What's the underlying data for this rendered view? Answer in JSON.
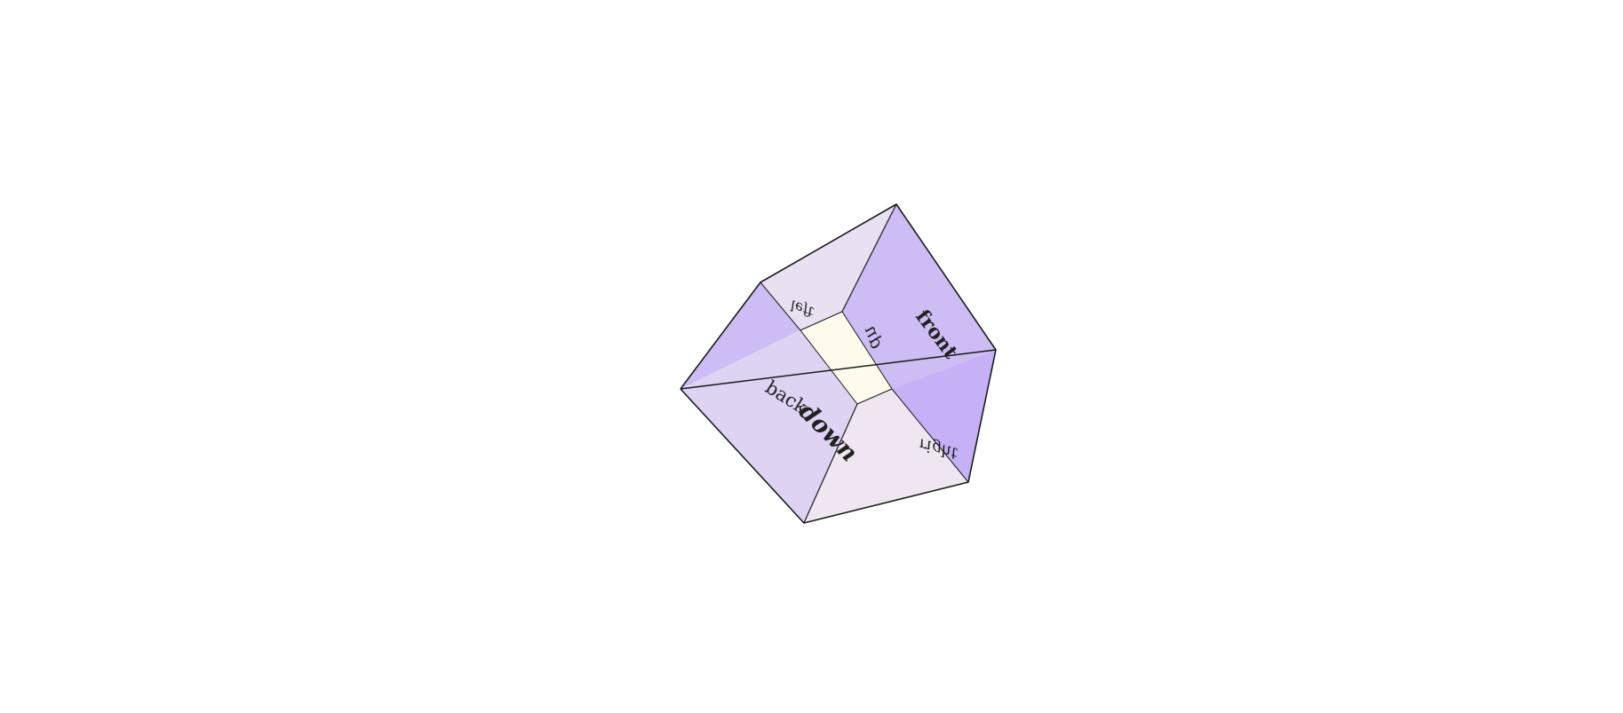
{
  "scene": {
    "faces": [
      {
        "id": "left",
        "label": "left",
        "fill": "#e9e0f1"
      },
      {
        "id": "up",
        "label": "up",
        "fill": "#cdbdf4"
      },
      {
        "id": "front",
        "label": "front",
        "fill": "#cdbdf4"
      },
      {
        "id": "back",
        "label": "back",
        "fill": "#ded3f3"
      },
      {
        "id": "down",
        "label": "down",
        "fill": "#ded3f3"
      },
      {
        "id": "right",
        "label": "right",
        "fill": "#efe6f1"
      }
    ],
    "colors": {
      "inner_window": "#fffbec",
      "edge": "#1a1a1a",
      "purple_strong": "#c6b1f7",
      "purple_mid": "#cdbdf4",
      "purple_light": "#ded3f3",
      "pale_pink": "#efe6f1"
    }
  }
}
